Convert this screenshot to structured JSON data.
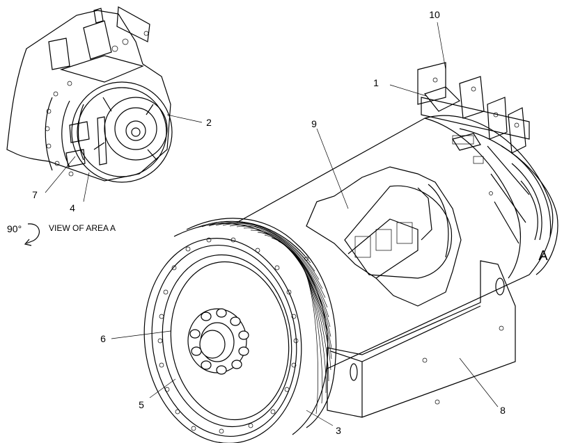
{
  "callouts": {
    "c1": "1",
    "c2": "2",
    "c3": "3",
    "c4": "4",
    "c5": "5",
    "c6": "6",
    "c7": "7",
    "c8": "8",
    "c9": "9",
    "c10": "10"
  },
  "area_marker": "A",
  "view_note": {
    "angle": "90°",
    "text": "VIEW OF AREA A"
  }
}
